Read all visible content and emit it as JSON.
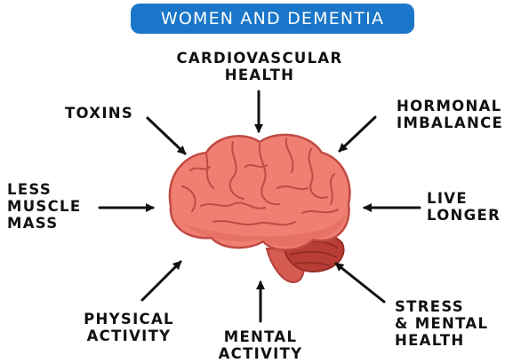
{
  "title": "WOMEN AND DEMENTIA",
  "center_image": "brain-illustration",
  "colors": {
    "title_background": "#1976c8",
    "title_text": "#ffffff",
    "brain_main": "#ee7f72",
    "brain_outline": "#c24a43",
    "cerebellum": "#b83d37",
    "arrows": "#111111"
  },
  "factors": [
    {
      "id": "cardiovascular",
      "label": "CARDIOVASCULAR\nHEALTH"
    },
    {
      "id": "hormonal",
      "label": "HORMONAL\nIMBALANCE"
    },
    {
      "id": "toxins",
      "label": "TOXINS"
    },
    {
      "id": "muscle",
      "label": "LESS\nMUSCLE\nMASS"
    },
    {
      "id": "longer",
      "label": "LIVE\nLONGER"
    },
    {
      "id": "physical",
      "label": "PHYSICAL\nACTIVITY"
    },
    {
      "id": "mental",
      "label": "MENTAL\nACTIVITY"
    },
    {
      "id": "stress",
      "label": "STRESS\n& MENTAL\nHEALTH"
    }
  ]
}
